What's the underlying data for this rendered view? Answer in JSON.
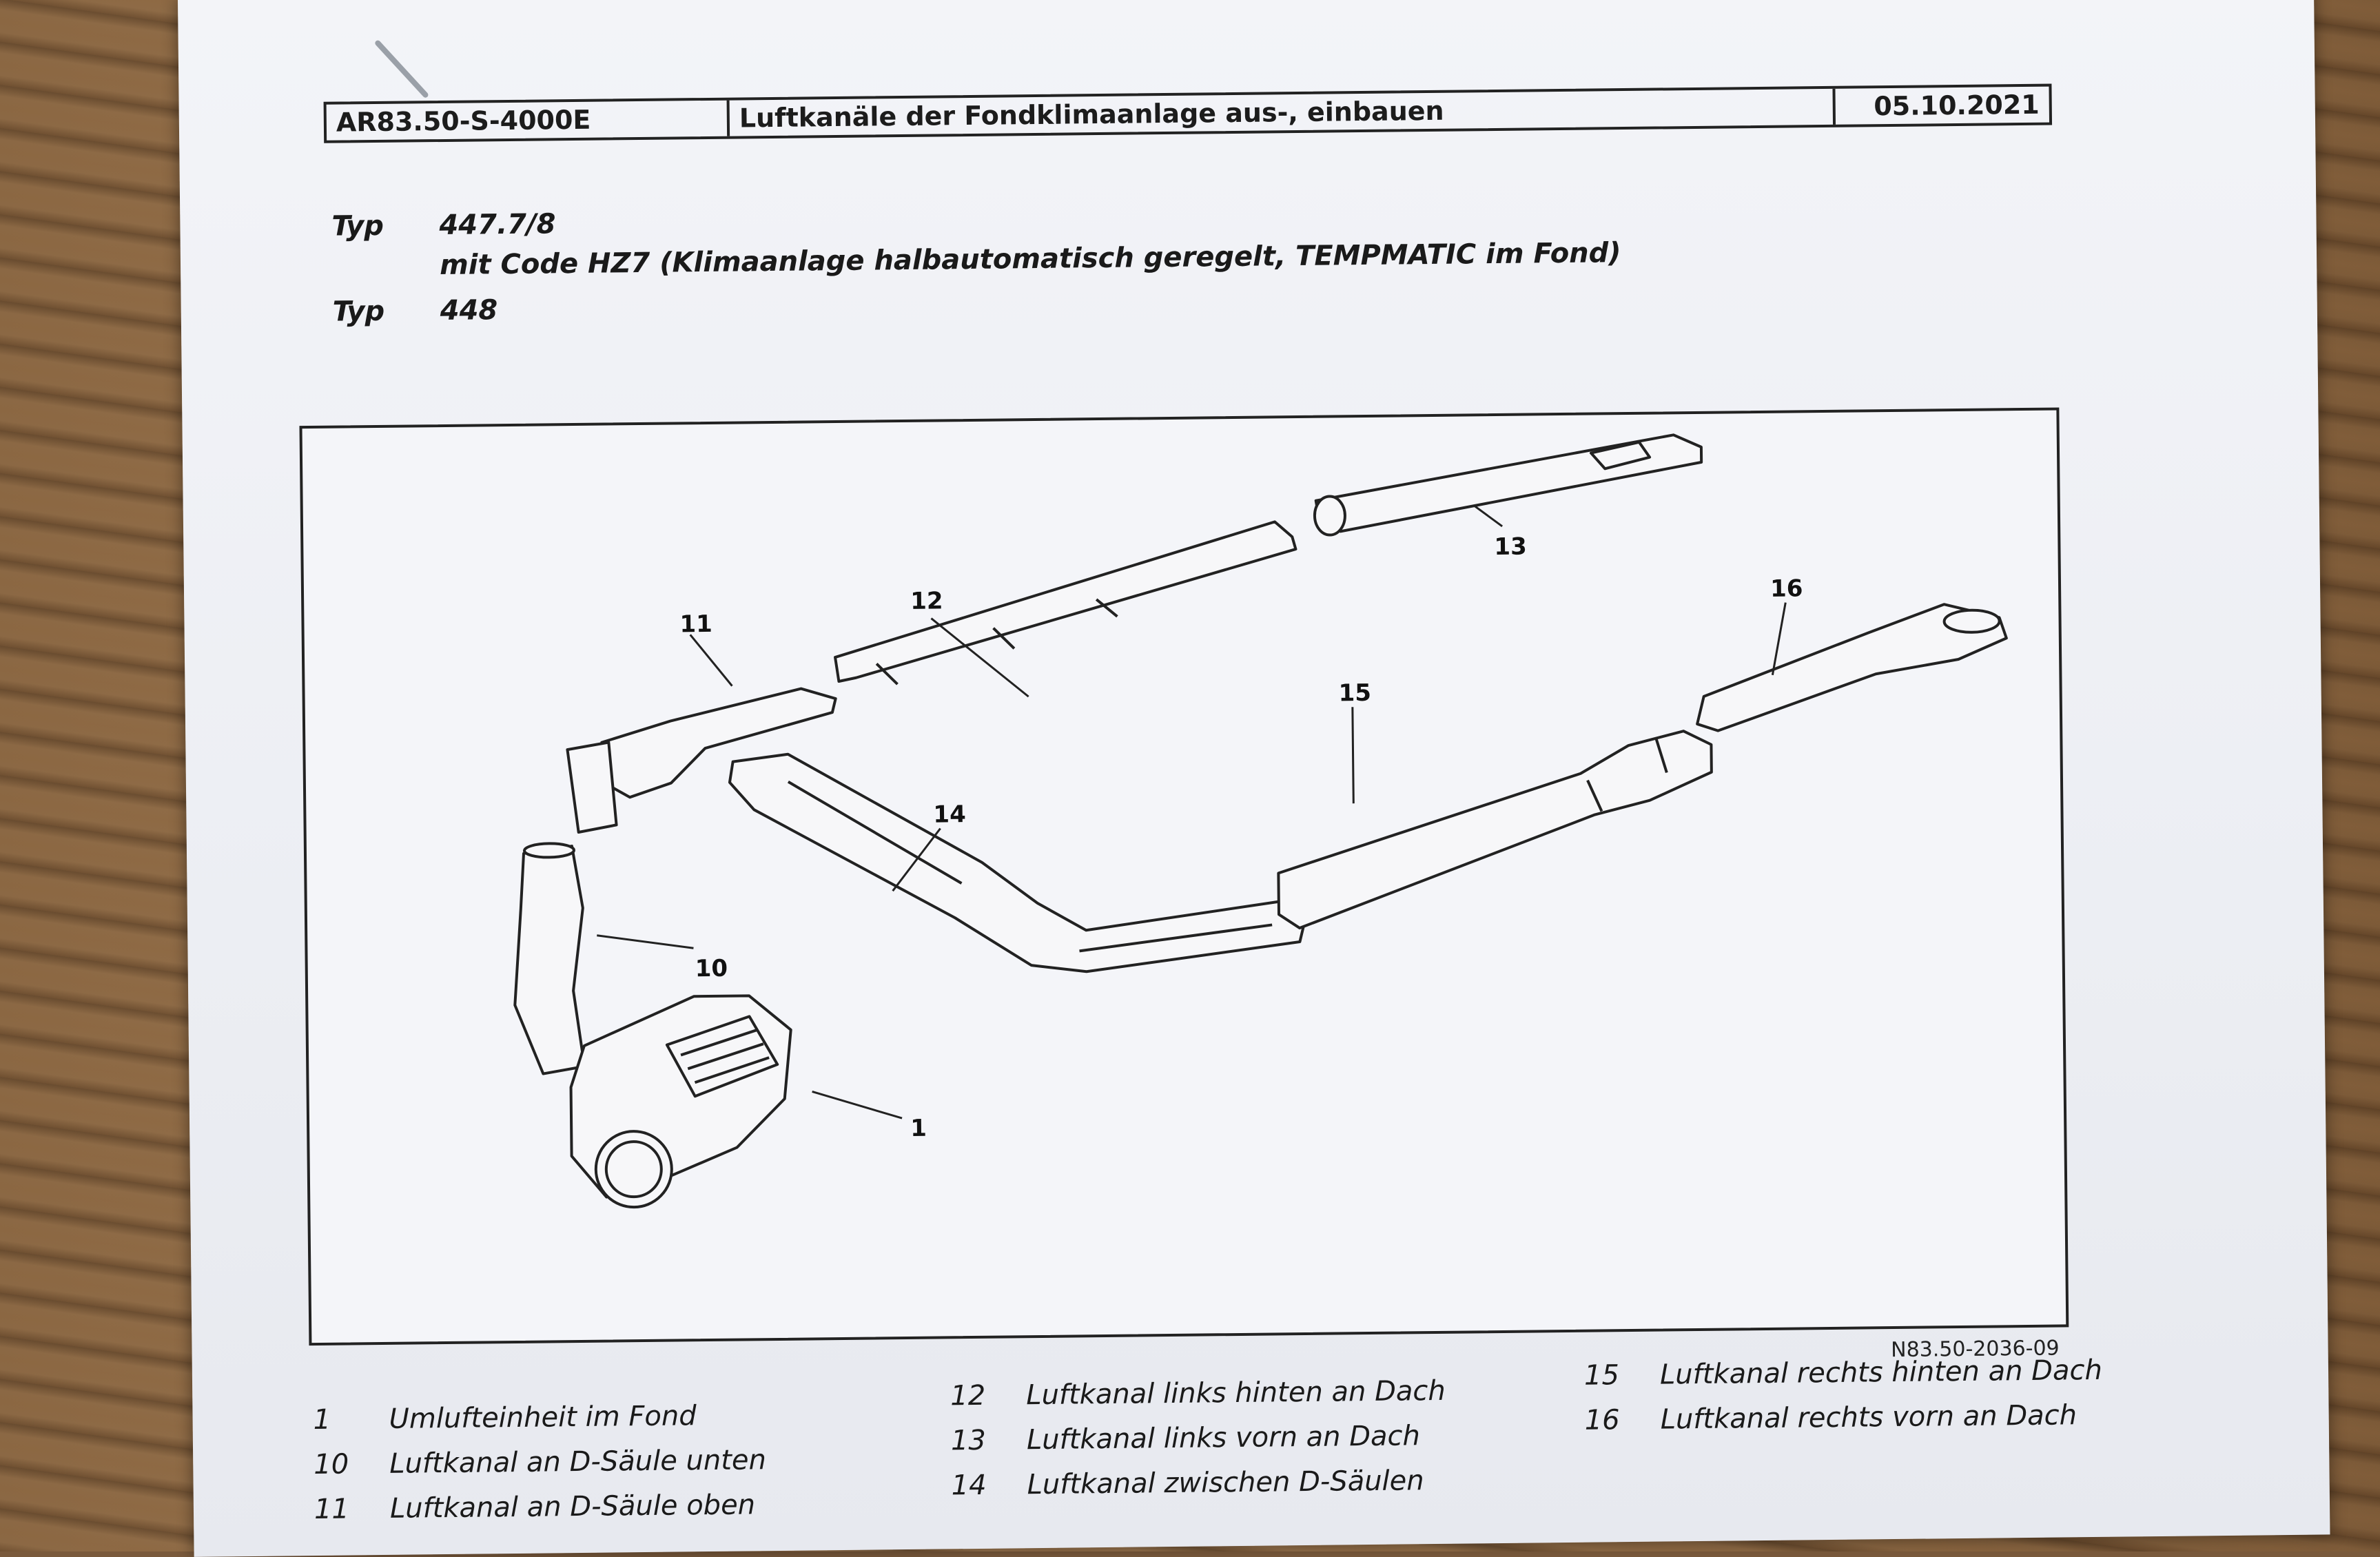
{
  "header": {
    "code": "AR83.50-S-4000E",
    "title": "Luftkanäle der Fondklimaanlage aus-, einbauen",
    "date": "05.10.2021"
  },
  "types": [
    {
      "label": "Typ",
      "value": "447.7/8"
    },
    {
      "label": "",
      "value": "mit Code HZ7 (Klimaanlage halbautomatisch geregelt, TEMPMATIC im Fond)"
    },
    {
      "label": "Typ",
      "value": "448"
    }
  ],
  "figure": {
    "id": "N83.50-2036-09",
    "callouts": [
      "12",
      "13",
      "11",
      "16",
      "15",
      "14",
      "10",
      "1"
    ]
  },
  "legend": [
    {
      "num": "1",
      "text": "Umlufteinheit im Fond"
    },
    {
      "num": "10",
      "text": "Luftkanal an D-Säule unten"
    },
    {
      "num": "11",
      "text": "Luftkanal an D-Säule oben"
    },
    {
      "num": "12",
      "text": "Luftkanal links hinten an Dach"
    },
    {
      "num": "13",
      "text": "Luftkanal links vorn an Dach"
    },
    {
      "num": "14",
      "text": "Luftkanal zwischen D-Säulen"
    },
    {
      "num": "15",
      "text": "Luftkanal rechts hinten an Dach"
    },
    {
      "num": "16",
      "text": "Luftkanal rechts vorn an Dach"
    }
  ],
  "colors": {
    "paper": "#eef0f5",
    "ink": "#1a1a1a",
    "wood": "#8b6844"
  }
}
